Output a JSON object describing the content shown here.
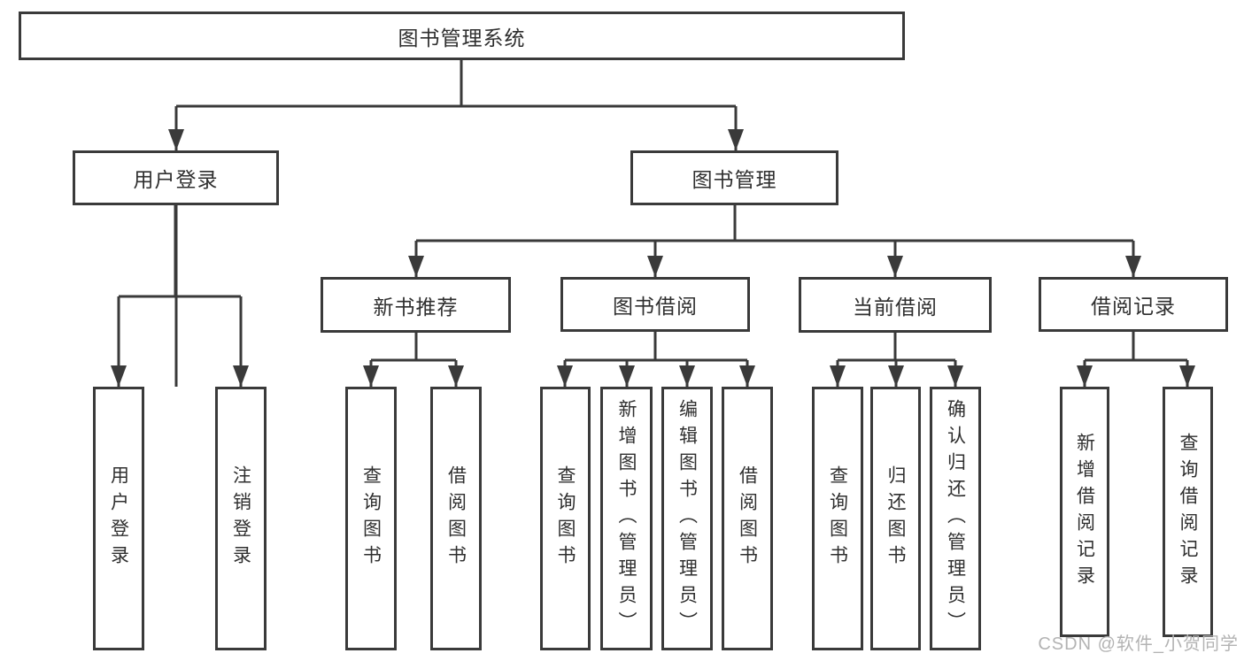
{
  "tree": {
    "root": "图书管理系统",
    "branches": [
      {
        "label": "用户登录",
        "children": [
          "用户登录",
          "注销登录"
        ]
      },
      {
        "label": "图书管理",
        "sections": [
          {
            "label": "新书推荐",
            "children": [
              "查询图书",
              "借阅图书"
            ]
          },
          {
            "label": "图书借阅",
            "children": [
              "查询图书",
              "新增图书（管理员）",
              "编辑图书（管理员）",
              "借阅图书"
            ]
          },
          {
            "label": "当前借阅",
            "children": [
              "查询图书",
              "归还图书",
              "确认归还（管理员）"
            ]
          },
          {
            "label": "借阅记录",
            "children": [
              "新增借阅记录",
              "查询借阅记录"
            ]
          }
        ]
      }
    ]
  },
  "watermark": "CSDN @软件_小贺同学",
  "colors": {
    "line": "#3a3a3a",
    "text": "#2f2f2f",
    "background": "#ffffff",
    "watermark": "#b3b3b3"
  }
}
